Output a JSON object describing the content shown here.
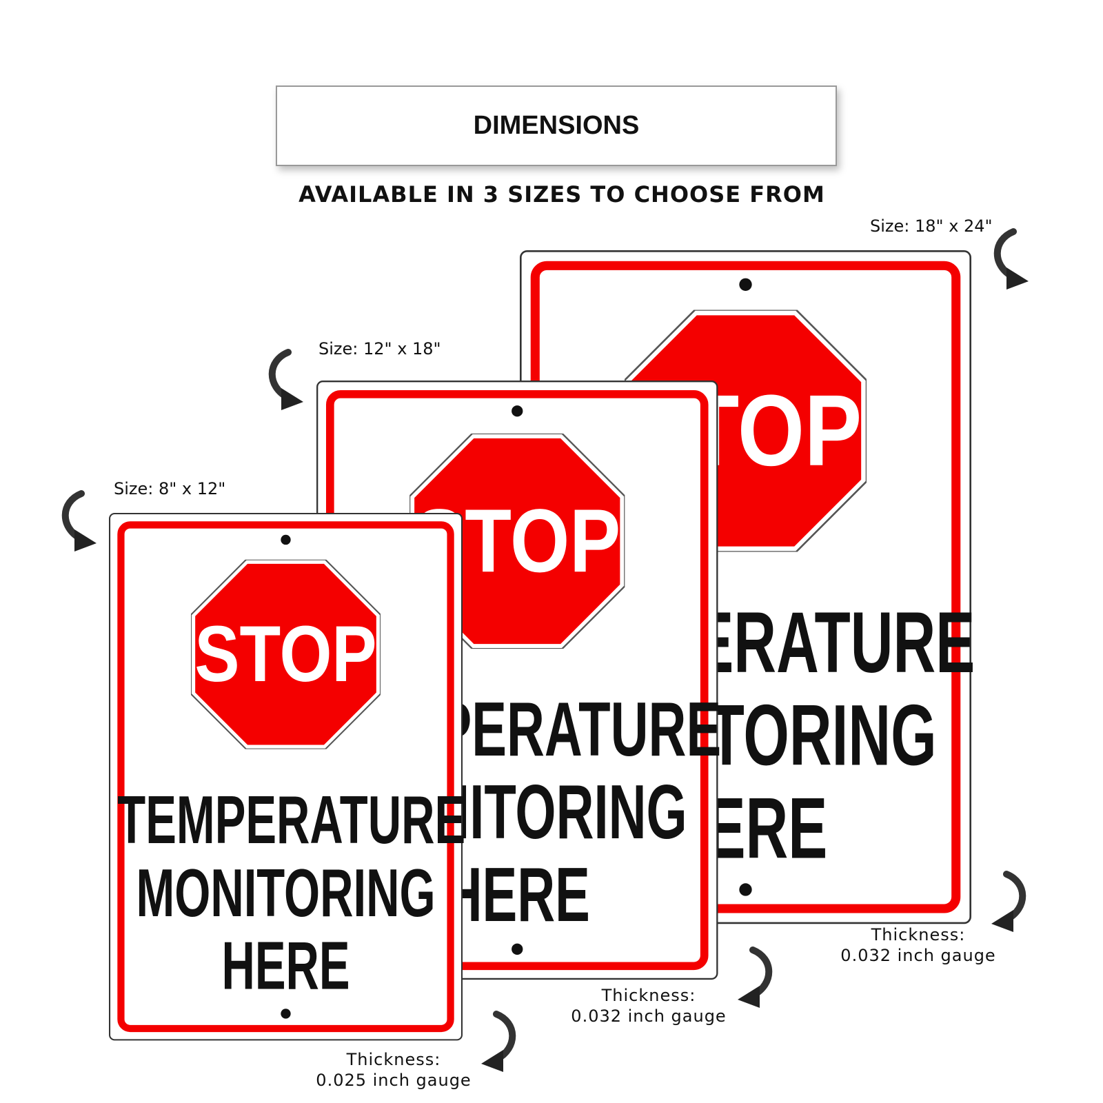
{
  "header": {
    "title": "DIMENSIONS",
    "subtitle": "AVAILABLE IN 3 SIZES TO CHOOSE FROM"
  },
  "colors": {
    "sign_red": "#f40000",
    "text": "#111111"
  },
  "signs": [
    {
      "size_label": "Size: 18\" x 24\"",
      "thickness_label": "Thickness:",
      "thickness_value": "0.032 inch gauge",
      "stop": "STOP",
      "lines": [
        "TEMPERATURE",
        "MONITORING",
        "HERE"
      ]
    },
    {
      "size_label": "Size: 12\" x 18\"",
      "thickness_label": "Thickness:",
      "thickness_value": "0.032 inch gauge",
      "stop": "STOP",
      "lines": [
        "TEMPERATURE",
        "MONITORING",
        "HERE"
      ]
    },
    {
      "size_label": "Size: 8\" x 12\"",
      "thickness_label": "Thickness:",
      "thickness_value": "0.025 inch gauge",
      "stop": "STOP",
      "lines": [
        "TEMPERATURE",
        "MONITORING",
        "HERE"
      ]
    }
  ]
}
